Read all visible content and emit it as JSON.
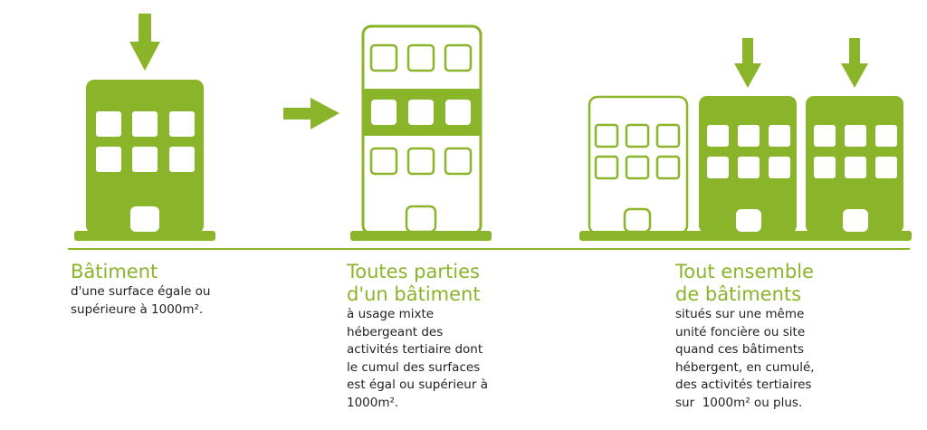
{
  "colors": {
    "accent": "#8ab42a",
    "text": "#222222"
  },
  "sections": [
    {
      "title_lines": [
        "Bâtiment"
      ],
      "body_lines": [
        "d'une surface égale ou",
        "supérieure à 1000m²."
      ]
    },
    {
      "title_lines": [
        "Toutes parties",
        "d'un bâtiment"
      ],
      "body_lines": [
        "à usage mixte",
        "hébergeant des",
        "activités tertiaire dont",
        "le cumul des surfaces",
        "est égal ou supérieur à",
        "1000m²."
      ]
    },
    {
      "title_lines": [
        "Tout ensemble",
        "de bâtiments"
      ],
      "body_lines": [
        "situés sur une même",
        "unité foncière ou site",
        "quand ces bâtiments",
        "hébergent, en cumulé,",
        "des activités tertiaires",
        "sur  1000m² ou plus."
      ]
    }
  ]
}
